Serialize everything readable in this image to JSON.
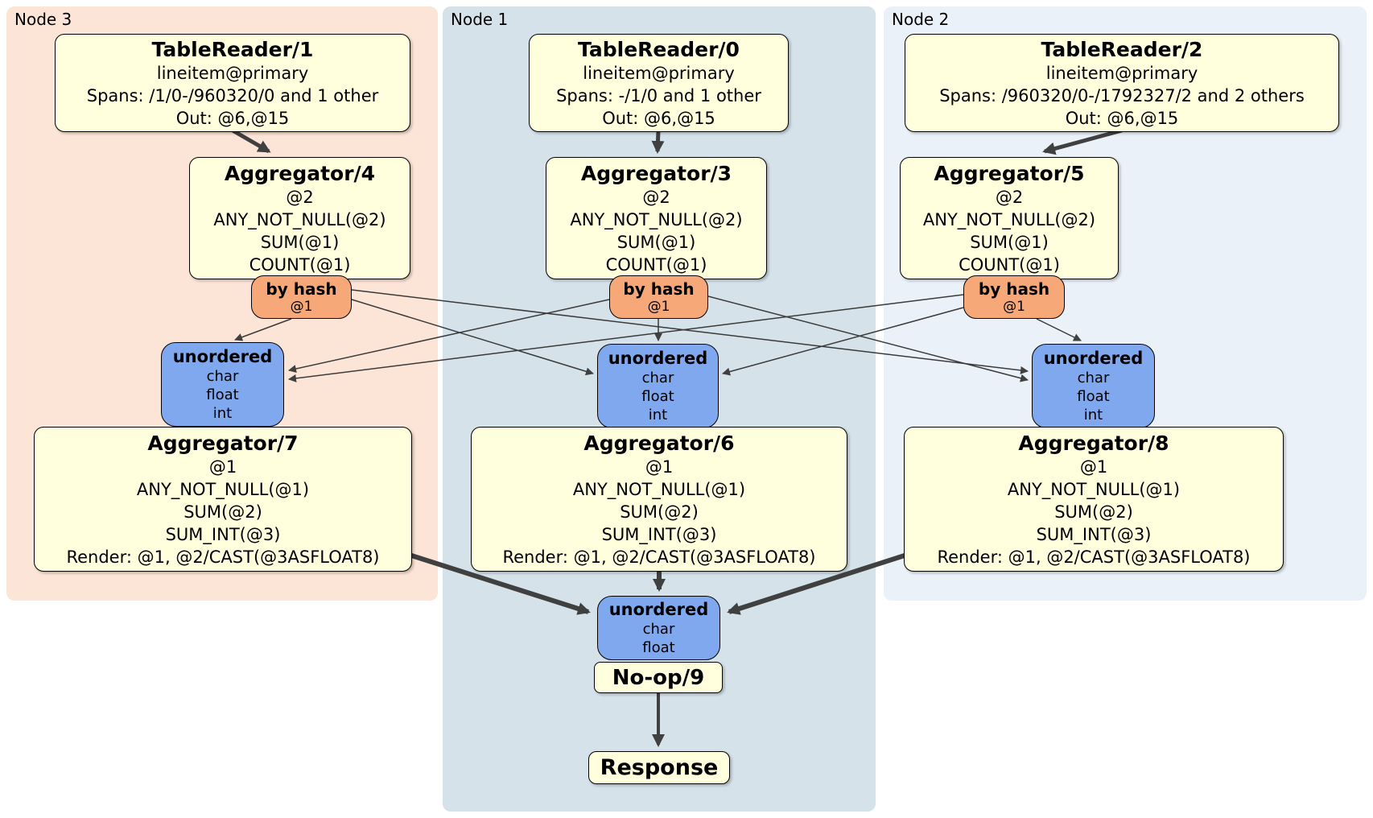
{
  "panels": {
    "node3": {
      "label": "Node 3",
      "color": "#FCE4D6"
    },
    "node1": {
      "label": "Node 1",
      "color": "#D5E2EA"
    },
    "node2": {
      "label": "Node 2",
      "color": "#EBF1F9"
    }
  },
  "colors": {
    "processor_box": "#FFFFDE",
    "router_box": "#F6A878",
    "sync_box": "#7FA8EF",
    "edge": "#404040"
  },
  "boxes": {
    "tr1": {
      "title": "TableReader/1",
      "lines": [
        "lineitem@primary",
        "Spans: /1/0-/960320/0 and 1 other",
        "Out: @6,@15"
      ]
    },
    "tr0": {
      "title": "TableReader/0",
      "lines": [
        "lineitem@primary",
        "Spans: -/1/0 and 1 other",
        "Out: @6,@15"
      ]
    },
    "tr2": {
      "title": "TableReader/2",
      "lines": [
        "lineitem@primary",
        "Spans: /960320/0-/1792327/2 and 2 others",
        "Out: @6,@15"
      ]
    },
    "agg4": {
      "title": "Aggregator/4",
      "lines": [
        "@2",
        "ANY_NOT_NULL(@2)",
        "SUM(@1)",
        "COUNT(@1)"
      ]
    },
    "agg3": {
      "title": "Aggregator/3",
      "lines": [
        "@2",
        "ANY_NOT_NULL(@2)",
        "SUM(@1)",
        "COUNT(@1)"
      ]
    },
    "agg5": {
      "title": "Aggregator/5",
      "lines": [
        "@2",
        "ANY_NOT_NULL(@2)",
        "SUM(@1)",
        "COUNT(@1)"
      ]
    },
    "byhash": {
      "title": "by hash",
      "sub": "@1"
    },
    "sync3": {
      "title": "unordered",
      "lines": [
        "char",
        "float",
        "int"
      ]
    },
    "agg7": {
      "title": "Aggregator/7",
      "lines": [
        "@1",
        "ANY_NOT_NULL(@1)",
        "SUM(@2)",
        "SUM_INT(@3)",
        "Render: @1, @2/CAST(@3ASFLOAT8)"
      ]
    },
    "agg6": {
      "title": "Aggregator/6",
      "lines": [
        "@1",
        "ANY_NOT_NULL(@1)",
        "SUM(@2)",
        "SUM_INT(@3)",
        "Render: @1, @2/CAST(@3ASFLOAT8)"
      ]
    },
    "agg8": {
      "title": "Aggregator/8",
      "lines": [
        "@1",
        "ANY_NOT_NULL(@1)",
        "SUM(@2)",
        "SUM_INT(@3)",
        "Render: @1, @2/CAST(@3ASFLOAT8)"
      ]
    },
    "sync_final": {
      "title": "unordered",
      "lines": [
        "char",
        "float"
      ]
    },
    "noop": {
      "title": "No-op/9"
    },
    "response": {
      "title": "Response"
    }
  }
}
